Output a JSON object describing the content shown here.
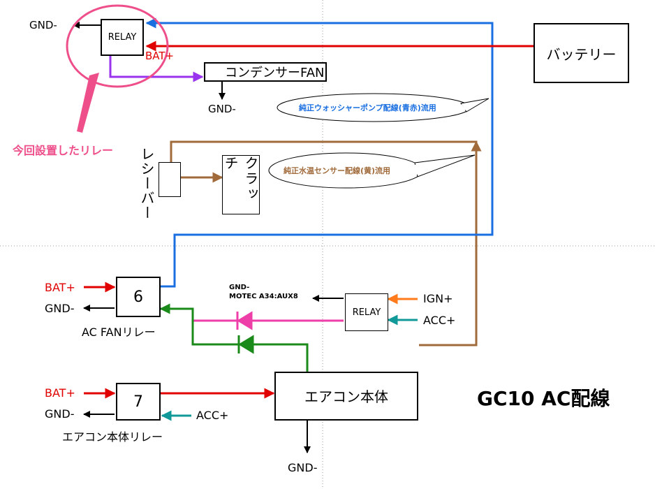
{
  "colors": {
    "red": "#e00000",
    "blue": "#1a6fe0",
    "purple": "#9933ee",
    "brown": "#a06a3a",
    "green": "#1a8a1a",
    "pink": "#ee3ea8",
    "orange": "#ff7a1a",
    "teal": "#119999",
    "callout": "#ee4f8a"
  },
  "labels": {
    "gnd_minus": "GND-",
    "bat_plus": "BAT+",
    "acc_plus": "ACC+",
    "ign_plus": "IGN+",
    "relay": "RELAY",
    "battery": "バッテリー",
    "condenser_fan": "コンデンサーFAN",
    "receiver": "レシーバー",
    "clutch": "クラッチ",
    "relay6": "6",
    "relay7": "7",
    "ac_fan_relay": "AC FANリレー",
    "ac_unit_relay": "エアコン本体リレー",
    "ac_unit": "エアコン本体",
    "motec": "GND-\nMOTEC A34:AUX8",
    "callout_new_relay": "今回設置したリレー",
    "bubble_washer": "純正ウォッシャーポンプ配線(青赤)流用",
    "bubble_water": "純正水温センサー配線(黄)流用",
    "title": "GC10 AC配線"
  }
}
